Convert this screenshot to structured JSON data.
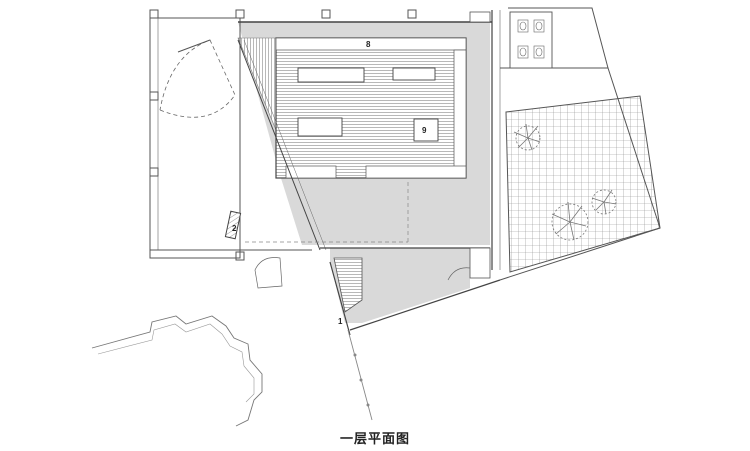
{
  "caption": "一层平面图",
  "room_numbers": {
    "n1": "1",
    "n2": "2",
    "n8": "8",
    "n9": "9"
  },
  "colors": {
    "line": "#555555",
    "hatch": "#9a9a9a",
    "shade": "#d9d9d9",
    "paving": "#8c8c8c",
    "tree": "#777777"
  }
}
